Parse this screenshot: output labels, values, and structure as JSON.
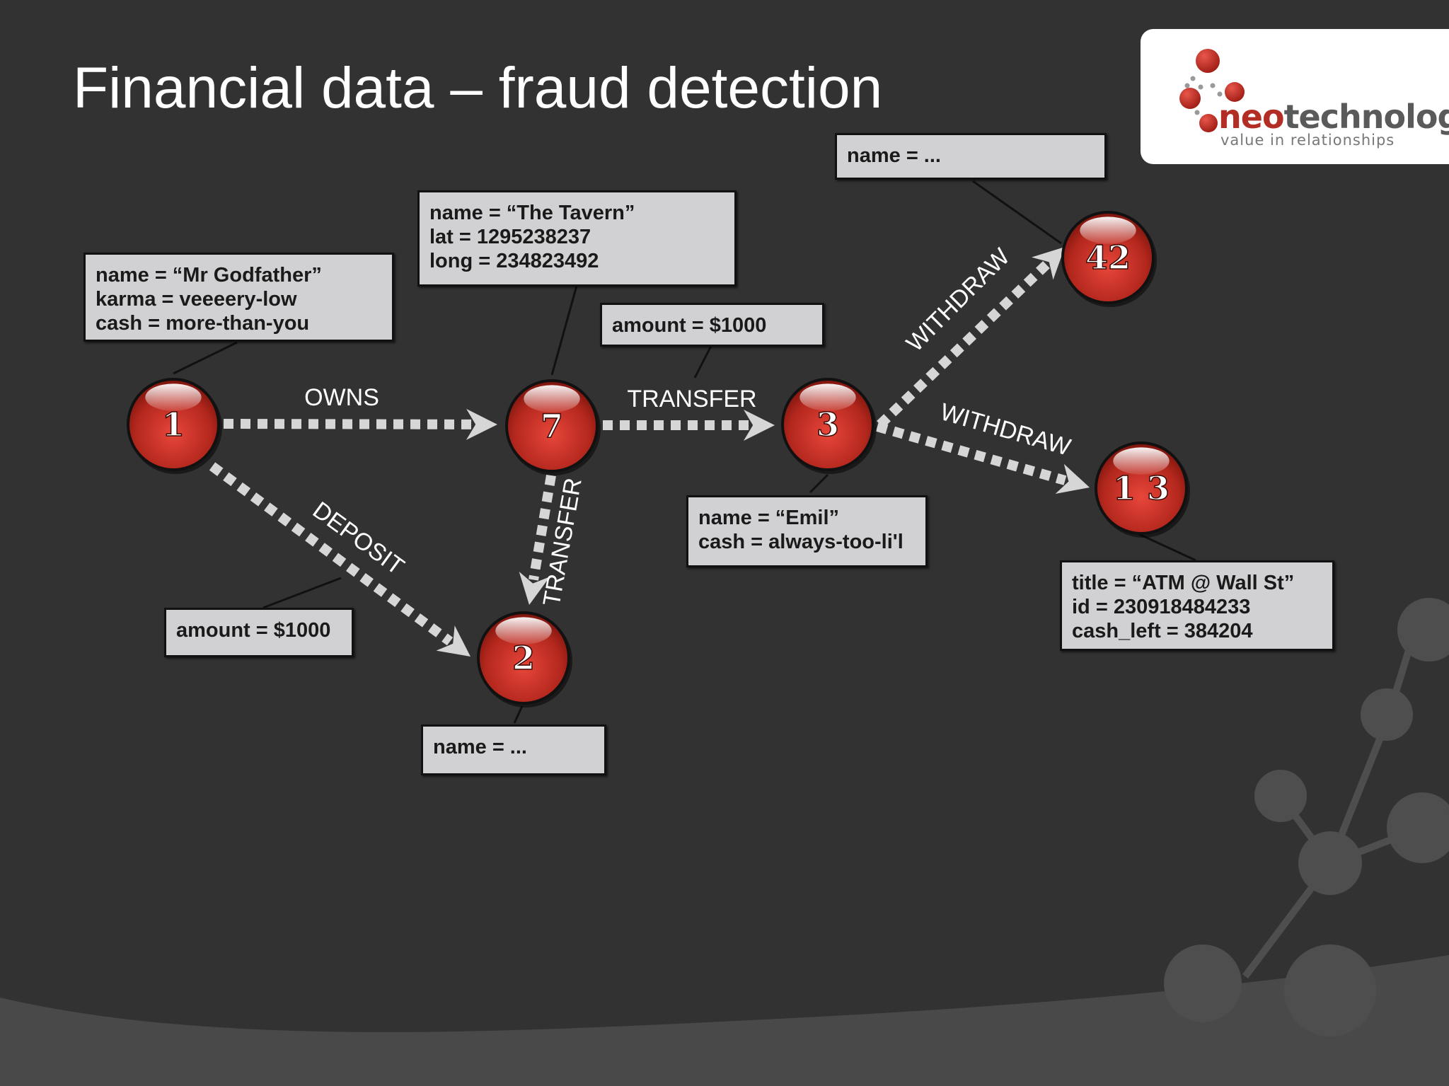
{
  "title": "Financial data – fraud detection",
  "logo": {
    "brand_prefix": "neo",
    "brand_suffix": "technology",
    "tagline": "value in relationships"
  },
  "colors": {
    "background": "#333233",
    "node_red": "#c0392b",
    "edge": "#d6d6d6",
    "box": "#d1d0d2"
  },
  "nodes": [
    {
      "id": "1",
      "label": "1"
    },
    {
      "id": "7",
      "label": "7"
    },
    {
      "id": "3",
      "label": "3"
    },
    {
      "id": "2",
      "label": "2"
    },
    {
      "id": "42",
      "label": "42"
    },
    {
      "id": "13",
      "label": "1 3"
    }
  ],
  "edges": [
    {
      "from": "1",
      "to": "7",
      "label": "OWNS"
    },
    {
      "from": "7",
      "to": "3",
      "label": "TRANSFER"
    },
    {
      "from": "1",
      "to": "2",
      "label": "DEPOSIT"
    },
    {
      "from": "7",
      "to": "2",
      "label": "TRANSFER"
    },
    {
      "from": "3",
      "to": "42",
      "label": "WITHDRAW"
    },
    {
      "from": "3",
      "to": "13",
      "label": "WITHDRAW"
    }
  ],
  "property_boxes": [
    {
      "attached_to": "1",
      "lines": [
        "name = “Mr Godfather”",
        "karma = veeeery-low",
        "cash = more-than-you"
      ]
    },
    {
      "attached_to": "7",
      "lines": [
        "name = “The Tavern”",
        "lat = 1295238237",
        "long = 234823492"
      ]
    },
    {
      "attached_to": "edge 7→3",
      "lines": [
        "amount = $1000"
      ]
    },
    {
      "attached_to": "42",
      "lines": [
        "name = ..."
      ]
    },
    {
      "attached_to": "3",
      "lines": [
        "name = “Emil”",
        "cash = always-too-li'l"
      ]
    },
    {
      "attached_to": "13",
      "lines": [
        "title = “ATM @ Wall St”",
        "id = 230918484233",
        "cash_left = 384204"
      ]
    },
    {
      "attached_to": "edge 1→2",
      "lines": [
        "amount = $1000"
      ]
    },
    {
      "attached_to": "2",
      "lines": [
        "name = ..."
      ]
    }
  ]
}
